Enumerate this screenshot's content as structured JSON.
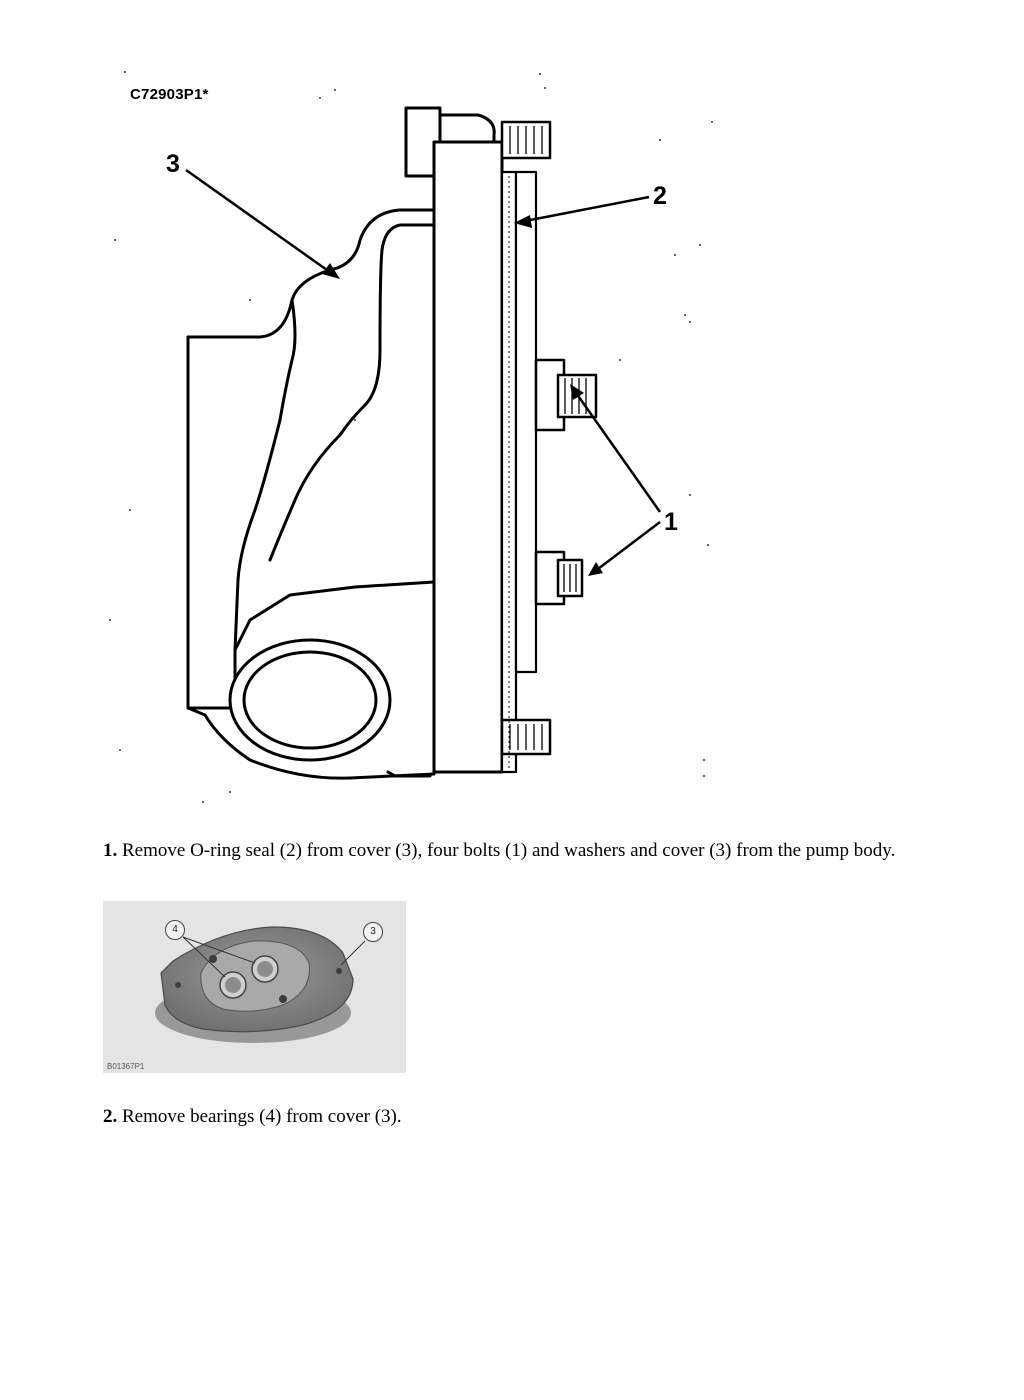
{
  "figure1": {
    "id": "C72903P1*",
    "callouts": [
      "3",
      "2",
      "1"
    ]
  },
  "step1": {
    "number": "1.",
    "text": "Remove O-ring seal (2) from cover (3), four bolts (1) and washers and cover (3) from the pump body."
  },
  "figure2": {
    "id": "B01367P1",
    "callouts": [
      "4",
      "3"
    ]
  },
  "step2": {
    "number": "2.",
    "text": "Remove bearings (4) from cover (3)."
  }
}
